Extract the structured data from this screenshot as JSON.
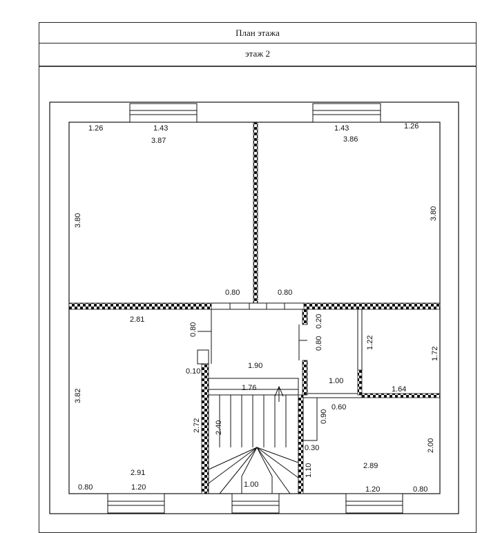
{
  "header": {
    "title": "План этажа",
    "floor": "этаж 2"
  },
  "colors": {
    "line": "#111111",
    "wall_fill": "#ffffff"
  },
  "dimensions": {
    "top_left_window_offset": "1.26",
    "top_left_window_width": "1.43",
    "top_left_room_width": "3.87",
    "top_right_window_width": "1.43",
    "top_right_window_offset": "1.26",
    "top_right_room_width": "3.86",
    "left_room_height": "3.80",
    "right_room_height": "3.80",
    "door_left_width": "0.80",
    "door_right_width": "0.80",
    "bottom_left_room_width": "2.81",
    "hall_door_height": "0.80",
    "hall_wall_offset": "0.10",
    "hall_width": "1.90",
    "stair_width": "1.76",
    "bathroom_door_offset": "0.20",
    "bathroom_door_height": "0.80",
    "bathroom_inner_height": "1.22",
    "bathroom_outer_height": "1.72",
    "bathroom_width": "1.00",
    "right_small_width": "1.64",
    "bottom_left_room_height": "3.82",
    "stair_flight_height": "2.72",
    "stair_inner_height": "2.40",
    "door_0_90": "0.90",
    "door_0_60": "0.60",
    "door_0_30": "0.30",
    "landing_height": "1.10",
    "bottom_right_room_height": "2.00",
    "bottom_left_width": "2.91",
    "bottom_right_width": "2.89",
    "bottom_left_offset": "0.80",
    "bottom_left_window": "1.20",
    "stair_bottom_width": "1.00",
    "bottom_right_window": "1.20",
    "bottom_right_offset": "0.80"
  }
}
